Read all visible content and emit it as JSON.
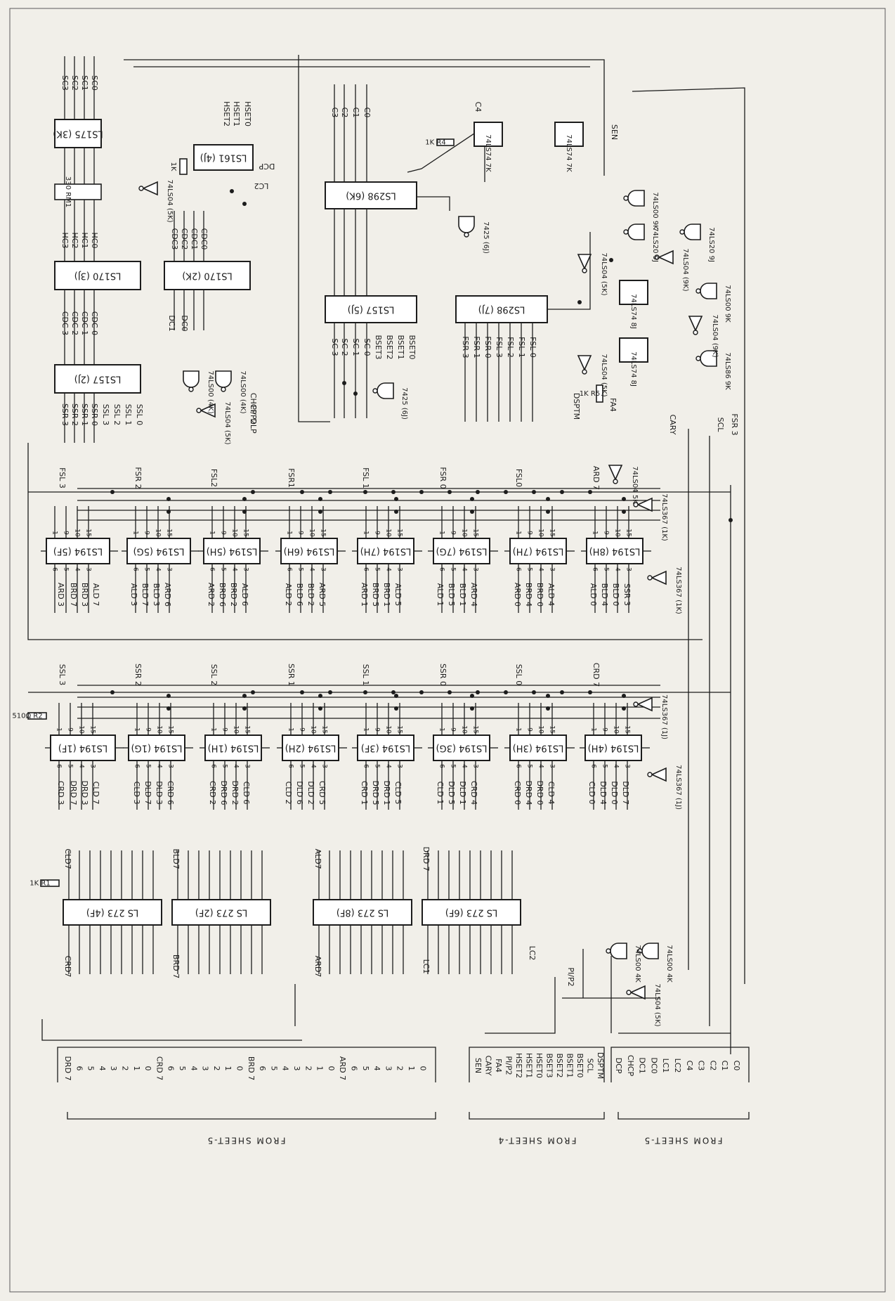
{
  "chips": [
    {
      "label": "LS175 (3K)"
    },
    {
      "label": "LS161 (4J)"
    },
    {
      "label": "LS170 (3J)"
    },
    {
      "label": "LS170 (2K)"
    },
    {
      "label": "LS157 (2J)"
    },
    {
      "label": "LS298 (6K)"
    },
    {
      "label": "LS157 (5J)"
    },
    {
      "label": "LS298 (7J)"
    },
    {
      "label": "LS194 (5F)"
    },
    {
      "label": "LS194 (5G)"
    },
    {
      "label": "LS194 (5H)"
    },
    {
      "label": "LS194 (6H)"
    },
    {
      "label": "LS194 (7H)"
    },
    {
      "label": "LS194 (7G)"
    },
    {
      "label": "LS194 (7H)"
    },
    {
      "label": "LS194 (8H)"
    },
    {
      "label": "LS194 (1F)"
    },
    {
      "label": "LS194 (1G)"
    },
    {
      "label": "LS194 (1H)"
    },
    {
      "label": "LS194 (2H)"
    },
    {
      "label": "LS194 (3F)"
    },
    {
      "label": "LS194 (3G)"
    },
    {
      "label": "LS194 (3H)"
    },
    {
      "label": "LS194 (4H)"
    },
    {
      "label": "LS 273 (4F)"
    },
    {
      "label": "LS 273 (2F)"
    },
    {
      "label": "LS 273 (8F)"
    },
    {
      "label": "LS 273 (6F)"
    }
  ],
  "gates": [
    {
      "label": "74LS04 (5K)"
    },
    {
      "label": "74LS00 (4K)"
    },
    {
      "label": "74LS00 (4K)"
    },
    {
      "label": "74LS04 (5K)"
    },
    {
      "label": "7425 (6J)"
    },
    {
      "label": "7425 (6J)"
    },
    {
      "label": "74LS74 7K"
    },
    {
      "label": "74LS74 7K"
    },
    {
      "label": "74LS00 9K"
    },
    {
      "label": "74LS20 9J"
    },
    {
      "label": "74LS20 9J"
    },
    {
      "label": "74LS04 (5K)"
    },
    {
      "label": "74LS04 (9K)"
    },
    {
      "label": "74LS74 8J"
    },
    {
      "label": "74LS74 8J"
    },
    {
      "label": "74LS00 9K"
    },
    {
      "label": "74LS86 9K"
    },
    {
      "label": "74LS04 (9K)"
    },
    {
      "label": "74LS04 (5K)"
    },
    {
      "label": "74LS04 5K"
    },
    {
      "label": "74LS367 (1K)"
    },
    {
      "label": "74LS367 (1K)"
    },
    {
      "label": "74LS367 (1J)"
    },
    {
      "label": "74LS367 (1J)"
    },
    {
      "label": "74LS00 4K"
    },
    {
      "label": "74LS00 4K"
    },
    {
      "label": "74LS04 (5K)"
    }
  ],
  "resistors": [
    {
      "label": "330 RM1"
    },
    {
      "label": "1K"
    },
    {
      "label": "1K R4"
    },
    {
      "label": "1K R5"
    },
    {
      "label": "510Ω R2"
    },
    {
      "label": "1K R1"
    }
  ],
  "signals": [
    "SC3",
    "SC2",
    "SC1",
    "SC0",
    "HSET2",
    "HSET1",
    "HSET0",
    "DCP",
    "LC2",
    "HC3",
    "HC2",
    "HC1",
    "HC0",
    "CDC 3",
    "CDC 2",
    "CDC 1",
    "CDC 0",
    "CDC3",
    "CDC2",
    "CDC1",
    "CDC0",
    "DC1",
    "DC0",
    "C3",
    "C2",
    "C1",
    "C0",
    "C4",
    "SEN",
    "SC 3",
    "SC 2",
    "SC 1",
    "SC 0",
    "BSET3",
    "BSET2",
    "BSET1",
    "BSET0",
    "FSR 3",
    "FSR 1",
    "FSR 0",
    "FSL 3",
    "FSL 2",
    "FSL 1",
    "FSL 0",
    "SSR 3",
    "SSR 2",
    "SSR 1",
    "SSR 0",
    "SSL 3",
    "SSL 2",
    "SSL 1",
    "SSL 0",
    "CHCP",
    "PI/P2",
    "DLP",
    "DSPTM",
    "FA4",
    "CARY",
    "SCL",
    "FSR 3",
    "FSL 3",
    "FSR 2",
    "FSL2",
    "FSR1",
    "FSL 1",
    "FSR 0",
    "FSL0",
    "ARD 7",
    "ARD 3",
    "BRD 7",
    "BRD 3",
    "ALD 7",
    "ALD 3",
    "BLD 7",
    "BLD 3",
    "ARD 6",
    "ARD 2",
    "BRD 6",
    "BRD 2",
    "ALD 6",
    "ALD 2",
    "BLD 6",
    "BLD 2",
    "ARD 5",
    "ARD 1",
    "BRD 5",
    "BRD 1",
    "ALD 5",
    "ALD 1",
    "BLD 5",
    "BLD 1",
    "ARD 4",
    "ARD 0",
    "BRD 4",
    "BRD 0",
    "ALD 4",
    "ALD 0",
    "BLD 4",
    "BLD 0",
    "SSR 3",
    "SSL 3",
    "SSR 2",
    "SSL 2",
    "SSR 1",
    "SSL 1",
    "SSR 0",
    "SSL 0",
    "CRD 7",
    "CRD 3",
    "DRD 7",
    "DRD 3",
    "CLD 7",
    "CLD 3",
    "DLD 7",
    "DLD 3",
    "CRD 6",
    "CRD 2",
    "DRD 6",
    "DRD 2",
    "CLD 6",
    "CLD 2",
    "DLD 6",
    "DLD 2",
    "CRD 5",
    "CRD 1",
    "DRD 5",
    "DRD 1",
    "CLD 5",
    "CLD 1",
    "DLD 5",
    "DLD 1",
    "CRD 4",
    "CRD 0",
    "DRD 4",
    "DRD 0",
    "CLD 4",
    "CLD 0",
    "DLD 4",
    "DLD 0",
    "DLD 7",
    "CLD7",
    "BLD7",
    "ALD7",
    "DRD 7",
    "CRD7",
    "BRD 7",
    "ARD7",
    "LC1",
    "LC2",
    "PI/P2"
  ],
  "connectors": {
    "left_group_labels": [
      "DRD 7",
      "6",
      "5",
      "4",
      "3",
      "2",
      "1",
      "0",
      "CRD 7",
      "6",
      "5",
      "4",
      "3",
      "2",
      "1",
      "0",
      "BRD 7",
      "6",
      "5",
      "4",
      "3",
      "2",
      "1",
      "0",
      "ARD 7",
      "6",
      "5",
      "4",
      "3",
      "2",
      "1",
      "0"
    ],
    "middle_group_labels": [
      "SEN",
      "CARY",
      "FA4",
      "PI/P2",
      "HSET2",
      "HSET1",
      "HSET0",
      "BSET3",
      "BSET2",
      "BSET1",
      "BSET0",
      "SCL",
      "DSPTM"
    ],
    "right_group_labels": [
      "DCP",
      "CHCP",
      "DC1",
      "DC0",
      "LC1",
      "LC2",
      "C4",
      "C3",
      "C2",
      "C1",
      "C0"
    ],
    "from_labels": [
      "FROM SHEET-5",
      "FROM SHEET-4",
      "FROM SHEET-5"
    ]
  }
}
